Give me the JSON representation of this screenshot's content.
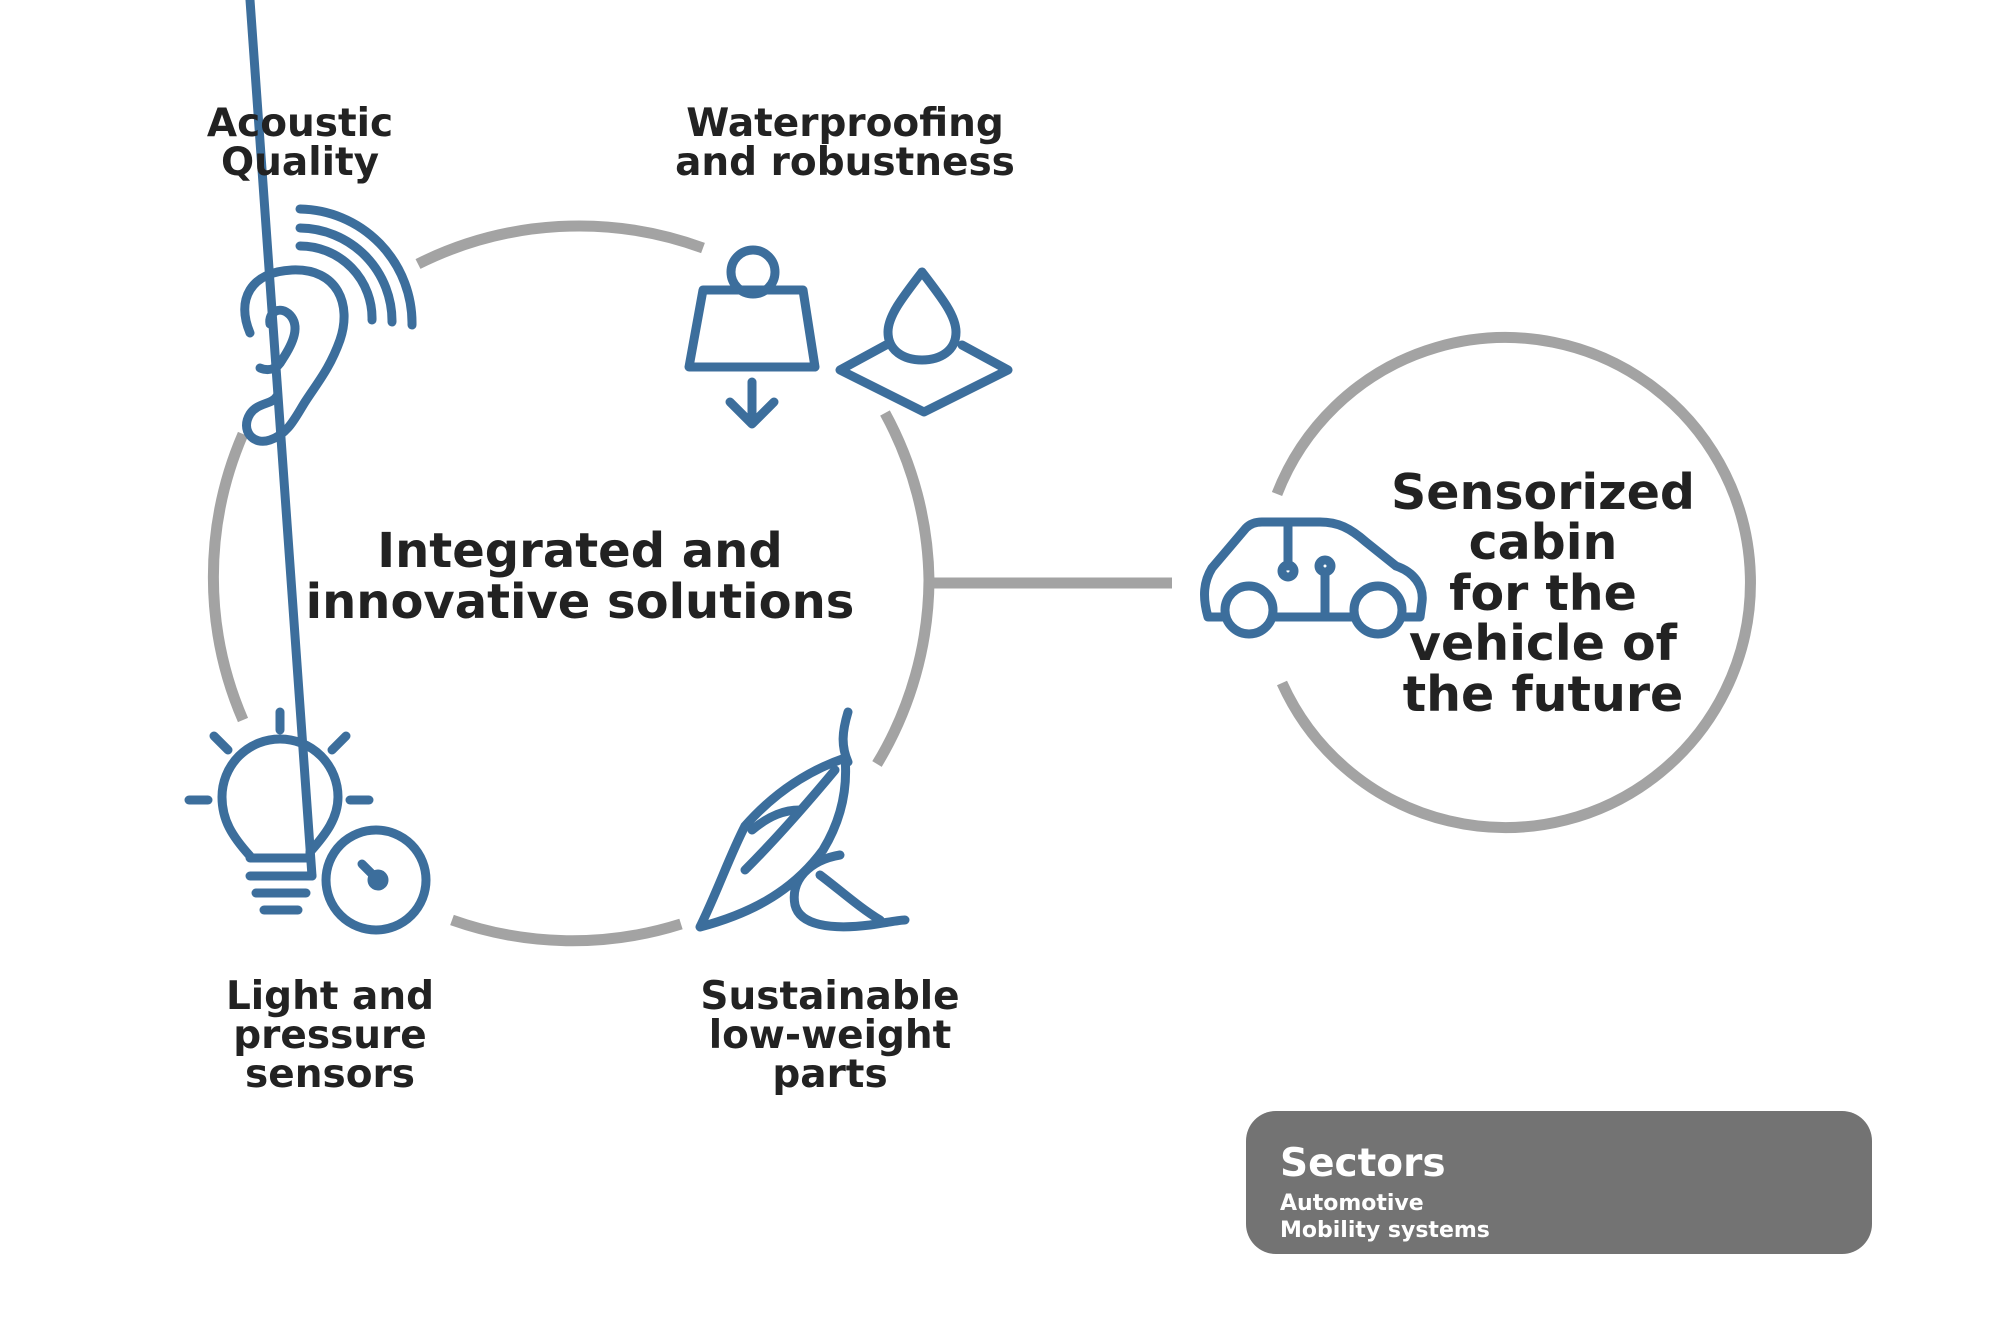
{
  "center": {
    "title": "Integrated and\ninnovative solutions"
  },
  "features": [
    {
      "id": "acoustic",
      "label": "Acoustic\nQuality",
      "icon": "ear-sound-icon"
    },
    {
      "id": "waterproof",
      "label": "Waterproofing\nand robustness",
      "icon": "weight-water-drop-icon"
    },
    {
      "id": "sensors",
      "label": "Light and\npressure\nsensors",
      "icon": "lightbulb-gauge-icon"
    },
    {
      "id": "sustainable",
      "label": "Sustainable\nlow-weight\nparts",
      "icon": "leaves-icon"
    }
  ],
  "cabin": {
    "title": "Sensorized\ncabin\nfor the\nvehicle of\nthe future",
    "icon": "sensor-car-icon"
  },
  "sectors": {
    "title": "Sectors",
    "items": [
      "Automotive",
      "Mobility systems"
    ],
    "icons": [
      "car-icon",
      "van-icon"
    ]
  },
  "colors": {
    "icon_blue": "#3C6E9C",
    "ring_gray": "#A3A3A3",
    "text_dark": "#222222",
    "sectors_bg": "#737373"
  }
}
